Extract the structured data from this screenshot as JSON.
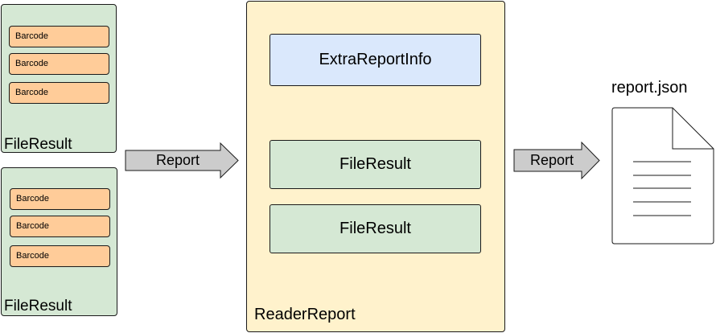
{
  "file_results": [
    {
      "label": "FileResult",
      "barcodes": [
        "Barcode",
        "Barcode",
        "Barcode"
      ]
    },
    {
      "label": "FileResult",
      "barcodes": [
        "Barcode",
        "Barcode",
        "Barcode"
      ]
    }
  ],
  "arrow_left": {
    "label": "Report"
  },
  "reader_report": {
    "label": "ReaderReport",
    "extra_info_label": "ExtraReportInfo",
    "file_results": [
      "FileResult",
      "FileResult"
    ]
  },
  "arrow_right": {
    "label": "Report"
  },
  "output_file": {
    "name": "report.json",
    "icon": "document-icon"
  },
  "colors": {
    "file_result_fill": "#d5e8d4",
    "barcode_fill": "#ffcc99",
    "reader_report_fill": "#fff2cc",
    "extra_info_fill": "#dae8fc",
    "arrow_fill": "#cccccc",
    "stroke": "#1a1a1a"
  }
}
